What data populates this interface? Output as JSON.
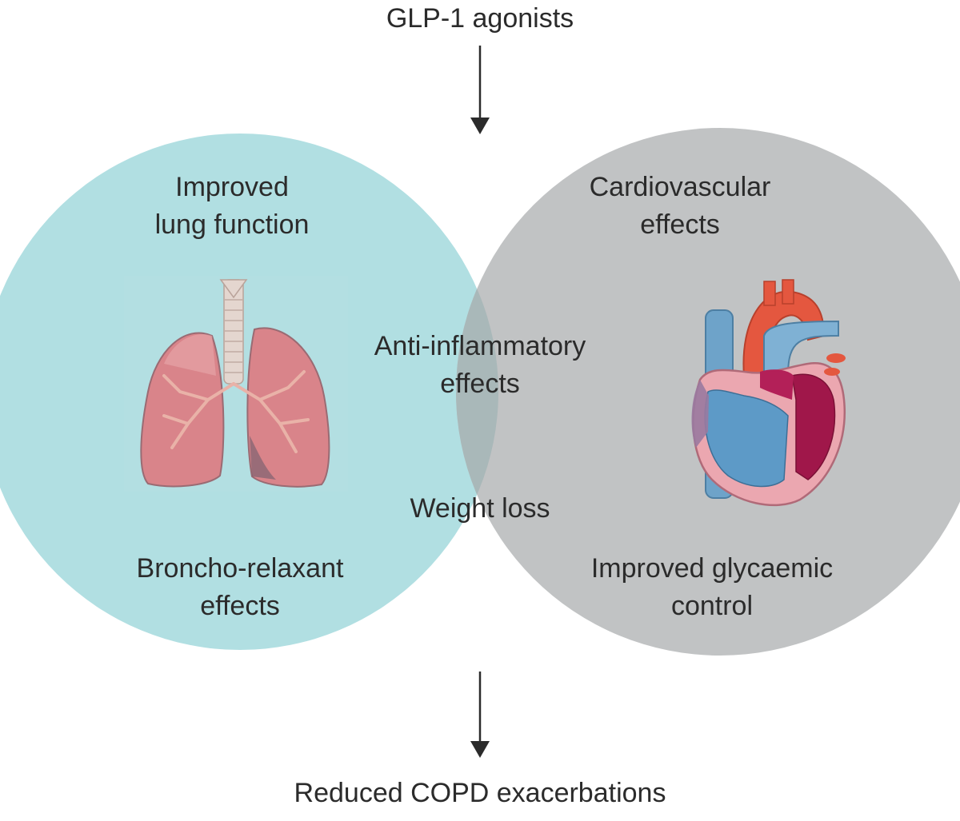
{
  "source": {
    "label": "GLP-1 agonists"
  },
  "outcome": {
    "label": "Reduced COPD exacerbations"
  },
  "left_circle": {
    "title_line1": "Improved",
    "title_line2": "lung function",
    "bottom_line1": "Broncho-relaxant",
    "bottom_line2": "effects",
    "illustration": "lungs-icon"
  },
  "right_circle": {
    "title_line1": "Cardiovascular",
    "title_line2": "effects",
    "bottom_line1": "Improved glycaemic",
    "bottom_line2": "control",
    "illustration": "heart-icon"
  },
  "overlap": {
    "item1_line1": "Anti-inflammatory",
    "item1_line2": "effects",
    "item2": "Weight loss"
  },
  "colors": {
    "left_circle": "#b1dfe2",
    "right_circle": "#c1c3c4",
    "overlap": "#a9b8b9",
    "text": "#2b2b2b"
  }
}
